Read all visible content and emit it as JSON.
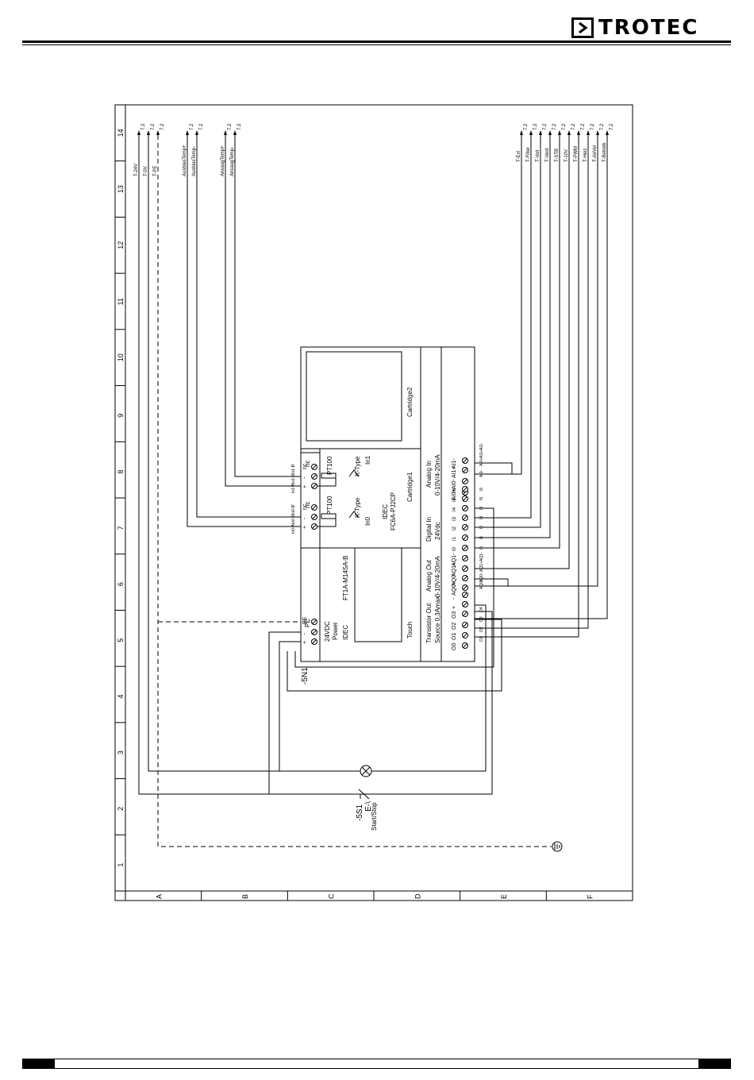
{
  "brand": {
    "logo_text": "TROTEC",
    "logo_icon": "chevron-right-icon"
  },
  "frame": {
    "column_numbers": [
      "14",
      "13",
      "12",
      "11",
      "10",
      "9",
      "8",
      "7",
      "6",
      "5",
      "4",
      "3",
      "2",
      "1"
    ],
    "row_letters": [
      "A",
      "B",
      "C",
      "D",
      "E",
      "F"
    ]
  },
  "top_left_signals": [
    {
      "label": "T-24V",
      "ref": "7.2"
    },
    {
      "label": "T-0V",
      "ref": "7.2"
    },
    {
      "label": "T-PE",
      "ref": "7.2"
    },
    {
      "label": "AusblasTemp+",
      "ref": "7.2"
    },
    {
      "label": "AusblasTemp-",
      "ref": "7.2"
    },
    {
      "label": "AnsaugTemp+",
      "ref": "7.2"
    },
    {
      "label": "AnsaugTemp-",
      "ref": "7.2"
    }
  ],
  "top_right_signals": [
    {
      "label": "T-Ext",
      "ref": "7.2"
    },
    {
      "label": "T-Filter",
      "ref": "7.2"
    },
    {
      "label": "T-Voll",
      "ref": "7.2"
    },
    {
      "label": "T-Vent",
      "ref": "7.2"
    },
    {
      "label": "T-STB",
      "ref": "7.2"
    },
    {
      "label": "T-10V",
      "ref": "7.2"
    },
    {
      "label": "T-PWM",
      "ref": "7.2"
    },
    {
      "label": "T-Heiz",
      "ref": "7.2"
    },
    {
      "label": "T-AirVel",
      "ref": "7.2"
    },
    {
      "label": "T-Betrieb",
      "ref": "7.2"
    }
  ],
  "device": {
    "designator": "-5N1",
    "cartridge2": "Cartridge2",
    "cartridge1": "Cartridge1",
    "cartridge1_model": "FC6A-PJ2CP",
    "cartridge1_brand": "IDEC",
    "pt100_a": "PT100",
    "pt100_b": "PT100",
    "ktype_in0": "K-Type",
    "ktype_in1": "K-Type",
    "in0": "In0",
    "in1": "In1",
    "nc_a": "nc",
    "nc_b": "nc",
    "in0_pins": [
      "In0-A",
      "In0-B",
      "In0-B'"
    ],
    "in1_pins": [
      "In1-A",
      "In1-B",
      "In1-B'"
    ],
    "pin_signs": [
      "+",
      "-",
      "nc"
    ],
    "power_voltage": "24VDC",
    "power_label": "Power",
    "power_brand": "IDEC",
    "power_pins": [
      "+",
      "-",
      "PE"
    ],
    "power_pe_label": "PE",
    "touch_model": "FT1A-M14SA-B",
    "touch_label": "Touch",
    "analog_in_title": "Analog In",
    "analog_in_range": "0-10V/4-20mA",
    "analog_in_pins": [
      "AI0+",
      "AI0-",
      "AI1+",
      "AI1-"
    ],
    "digital_in_title": "Digital In",
    "digital_in_voltage": "24Vdc",
    "digital_in_pins": [
      "I0",
      "I1",
      "I2",
      "I3",
      "I4",
      "I5",
      "I6"
    ],
    "analog_out_title": "Analog Out",
    "analog_out_range": "0-10V/4-20mA",
    "analog_out_pins": [
      "AQ0+",
      "AQ0-",
      "AQ1+",
      "AQ1-"
    ],
    "transistor_title": "Transistor Out",
    "transistor_spec": "Source 0,3Amax",
    "transistor_pins": [
      "O0",
      "O1",
      "O2",
      "O3",
      "+",
      "-"
    ],
    "ext_labels_ai": [
      "AI0-",
      "AI0+",
      "AI1+",
      "AI1-"
    ],
    "ext_labels_di": [
      "I0",
      "I1",
      "I2",
      "I3",
      "I4",
      "I5",
      "I6"
    ],
    "ext_labels_aq": [
      "AQ0+",
      "AQ0-",
      "AQ1+",
      "AQ1-"
    ],
    "ext_labels_o": [
      "O1",
      "O2",
      "O3",
      "O4"
    ]
  },
  "switch": {
    "designator": "-5S1",
    "label": "Start/Stop",
    "contact": "E-\\"
  }
}
